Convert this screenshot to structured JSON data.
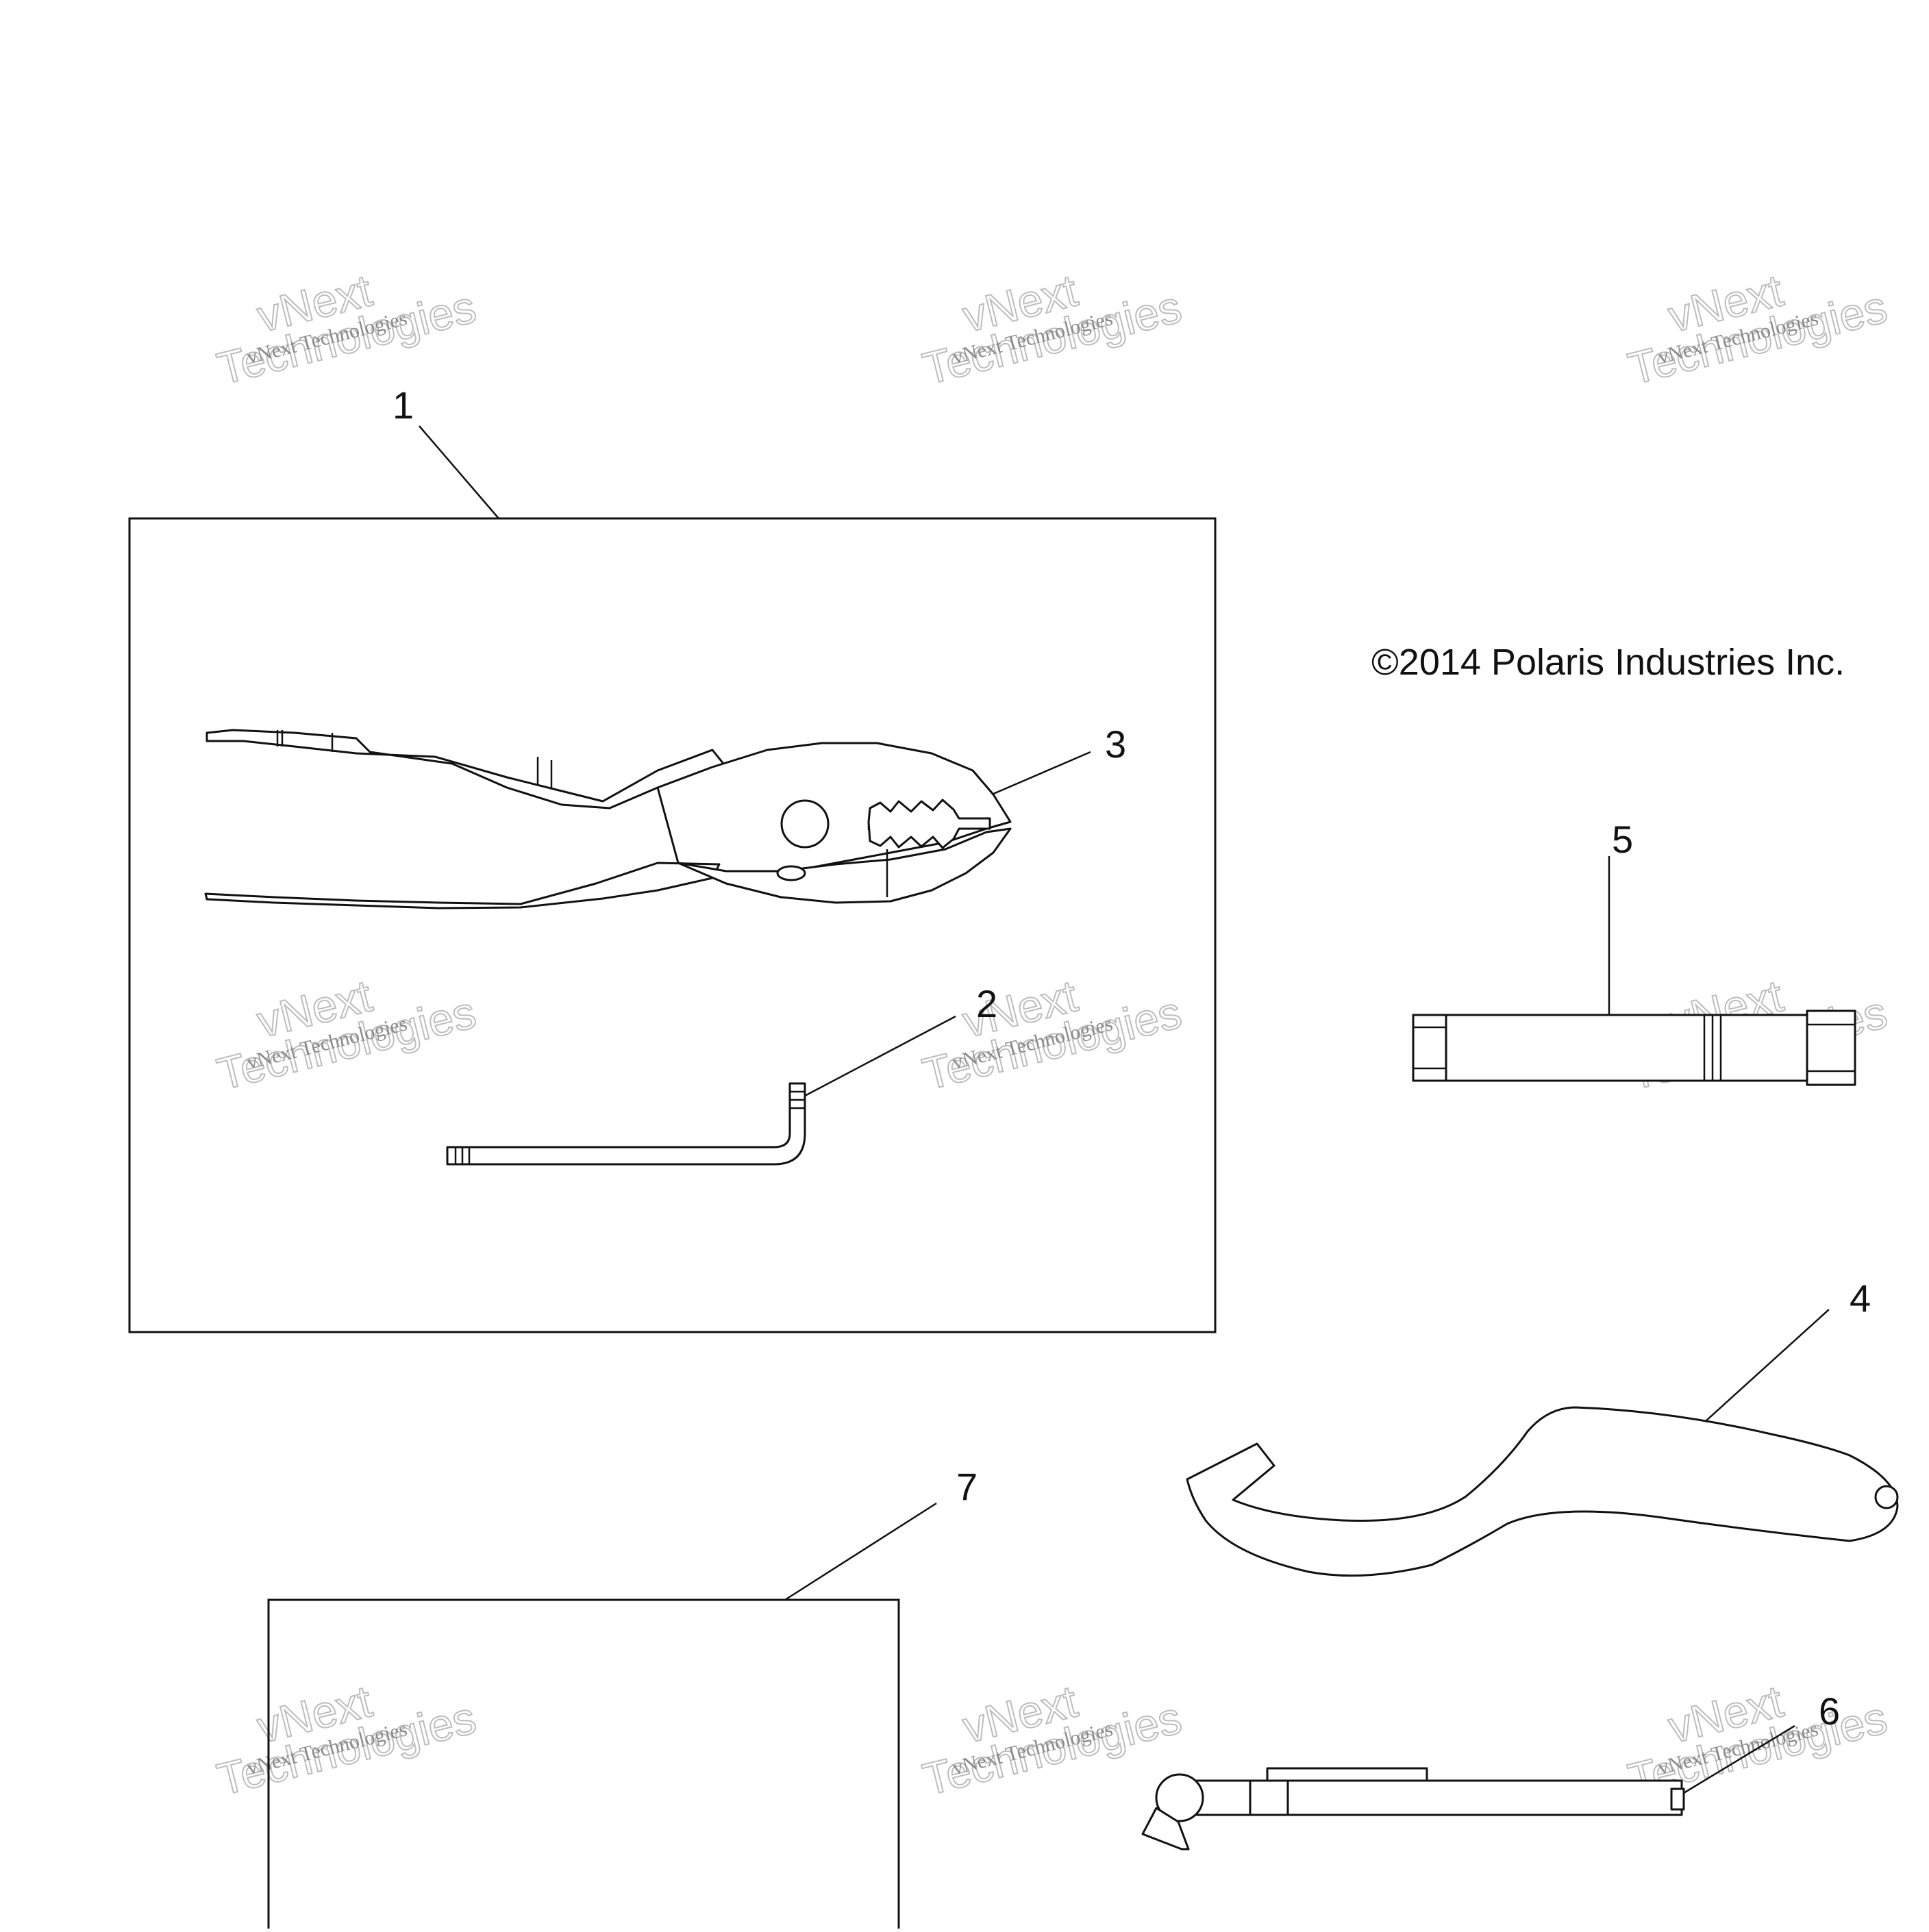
{
  "copyright": "©2014 Polaris Industries Inc.",
  "watermark": {
    "line1": "vNext Technologies",
    "line2a": "vNext",
    "line2b": "Technologies"
  },
  "callouts": {
    "c1": "1",
    "c2": "2",
    "c3": "3",
    "c4": "4",
    "c5": "5",
    "c6": "6",
    "c7": "7"
  },
  "parts": {
    "p1": "kit-box",
    "p2": "hex-key",
    "p3": "pliers",
    "p4": "spanner-wrench",
    "p5": "socket-tool",
    "p6": "spark-plug-wrench",
    "p7": "manual"
  }
}
